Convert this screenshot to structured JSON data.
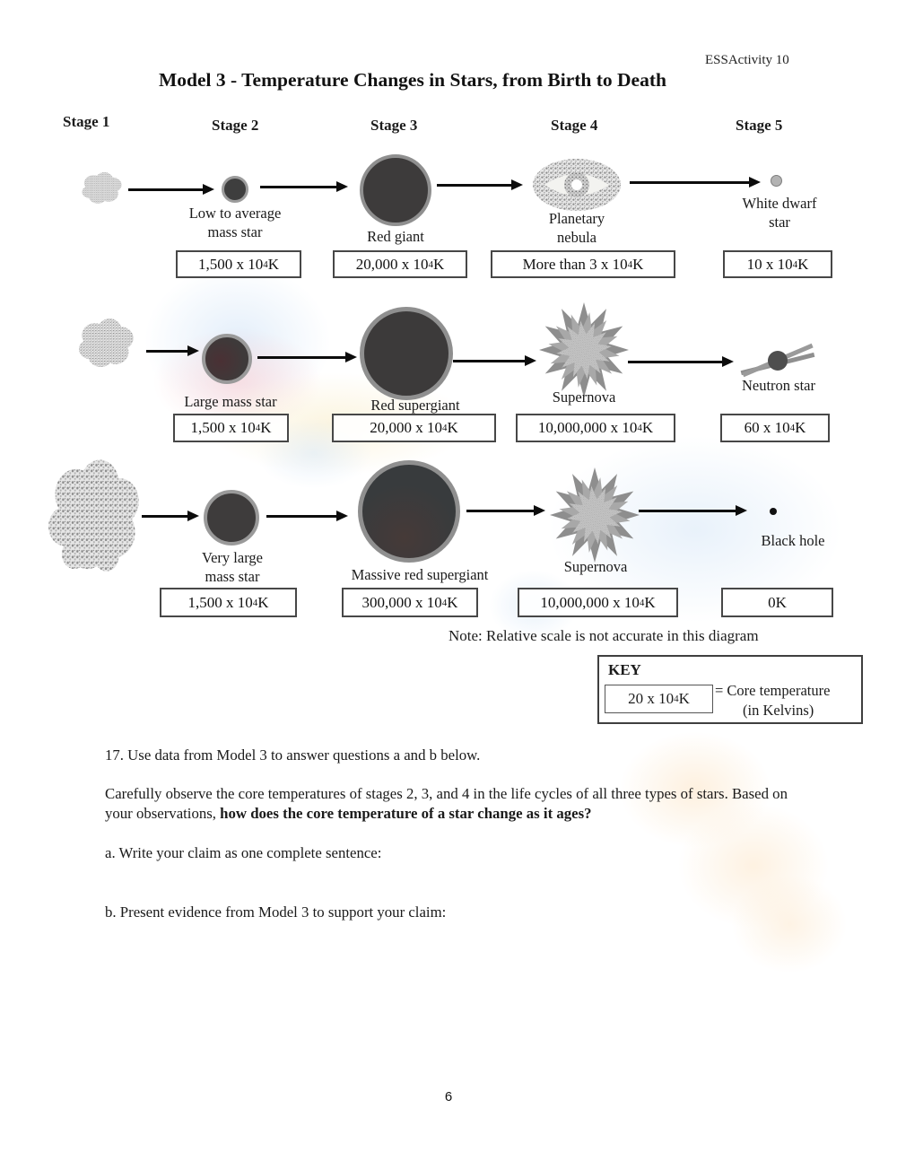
{
  "page": {
    "header_right": "ESSActivity 10",
    "title": "Model 3 - Temperature Changes in Stars, from Birth to Death",
    "page_number": "6",
    "note": "Note: Relative scale is not accurate in this diagram"
  },
  "colors": {
    "star_fill": "#3d3b3b",
    "star_ring": "#909090",
    "arrow": "#0c0c0c",
    "box_border": "#474747",
    "watermark_blue": "#cde1f6",
    "watermark_pink": "#f9cdd2",
    "watermark_cream": "#faf0d2",
    "watermark_orange": "#fce4c4"
  },
  "diagram": {
    "stage_headers": [
      "Stage 1",
      "Stage 2",
      "Stage 3",
      "Stage 4",
      "Stage 5"
    ],
    "rows": [
      {
        "labels": {
          "stage2": "Low to average mass star",
          "stage3": "Red giant",
          "stage4": "Planetary nebula",
          "stage5": "White dwarf star"
        },
        "temps": {
          "stage2": {
            "base": "1,500 x 10",
            "exp": "4",
            "unit": " K"
          },
          "stage3": {
            "base": "20,000 x 10",
            "exp": "4",
            "unit": " K"
          },
          "stage4": {
            "base": "More than 3 x 10",
            "exp": "4",
            "unit": " K"
          },
          "stage5": {
            "base": "10 x 10",
            "exp": "4",
            "unit": " K"
          }
        }
      },
      {
        "labels": {
          "stage2": "Large mass star",
          "stage3": "Red supergiant",
          "stage4": "Supernova",
          "stage5": "Neutron star"
        },
        "temps": {
          "stage2": {
            "base": "1,500 x 10",
            "exp": "4",
            "unit": " K"
          },
          "stage3": {
            "base": "20,000 x 10",
            "exp": "4",
            "unit": " K"
          },
          "stage4": {
            "base": "10,000,000 x 10",
            "exp": "4",
            "unit": " K"
          },
          "stage5": {
            "base": "60 x 10",
            "exp": "4",
            "unit": " K"
          }
        }
      },
      {
        "labels": {
          "stage2": "Very large mass star",
          "stage3": "Massive red supergiant",
          "stage4": "Supernova",
          "stage5": "Black hole"
        },
        "temps": {
          "stage2": {
            "base": "1,500 x 10",
            "exp": "4",
            "unit": " K"
          },
          "stage3": {
            "base": "300,000 x 10",
            "exp": "4",
            "unit": " K"
          },
          "stage4": {
            "base": "10,000,000 x 10",
            "exp": "4",
            "unit": " K"
          },
          "stage5": {
            "base": "0",
            "exp": "",
            "unit": " K"
          }
        }
      }
    ]
  },
  "key": {
    "title": "KEY",
    "sample": {
      "base": "20 x 10",
      "exp": "4",
      "unit": " K"
    },
    "desc_line1": "= Core temperature",
    "desc_line2": "(in Kelvins)"
  },
  "questions": {
    "q17": "17. Use data from Model 3 to answer questions a and b below.",
    "para_normal": "Carefully observe the core temperatures of stages 2, 3, and 4 in the life cycles of all three types of stars. Based on your observations, ",
    "para_bold": "how does the core temperature of a star change as it ages?",
    "qa": "a. Write your claim as one complete sentence:",
    "qb": "b. Present evidence from Model 3 to support your claim:"
  }
}
